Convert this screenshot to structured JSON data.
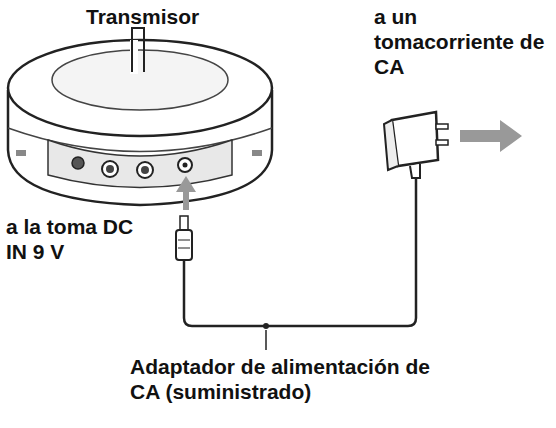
{
  "diagram": {
    "labels": [
      "Transmisor",
      "a un tomacorriente de CA",
      "a la toma DC IN 9 V",
      "Adaptador de alimentación de CA (suministrado)"
    ]
  }
}
